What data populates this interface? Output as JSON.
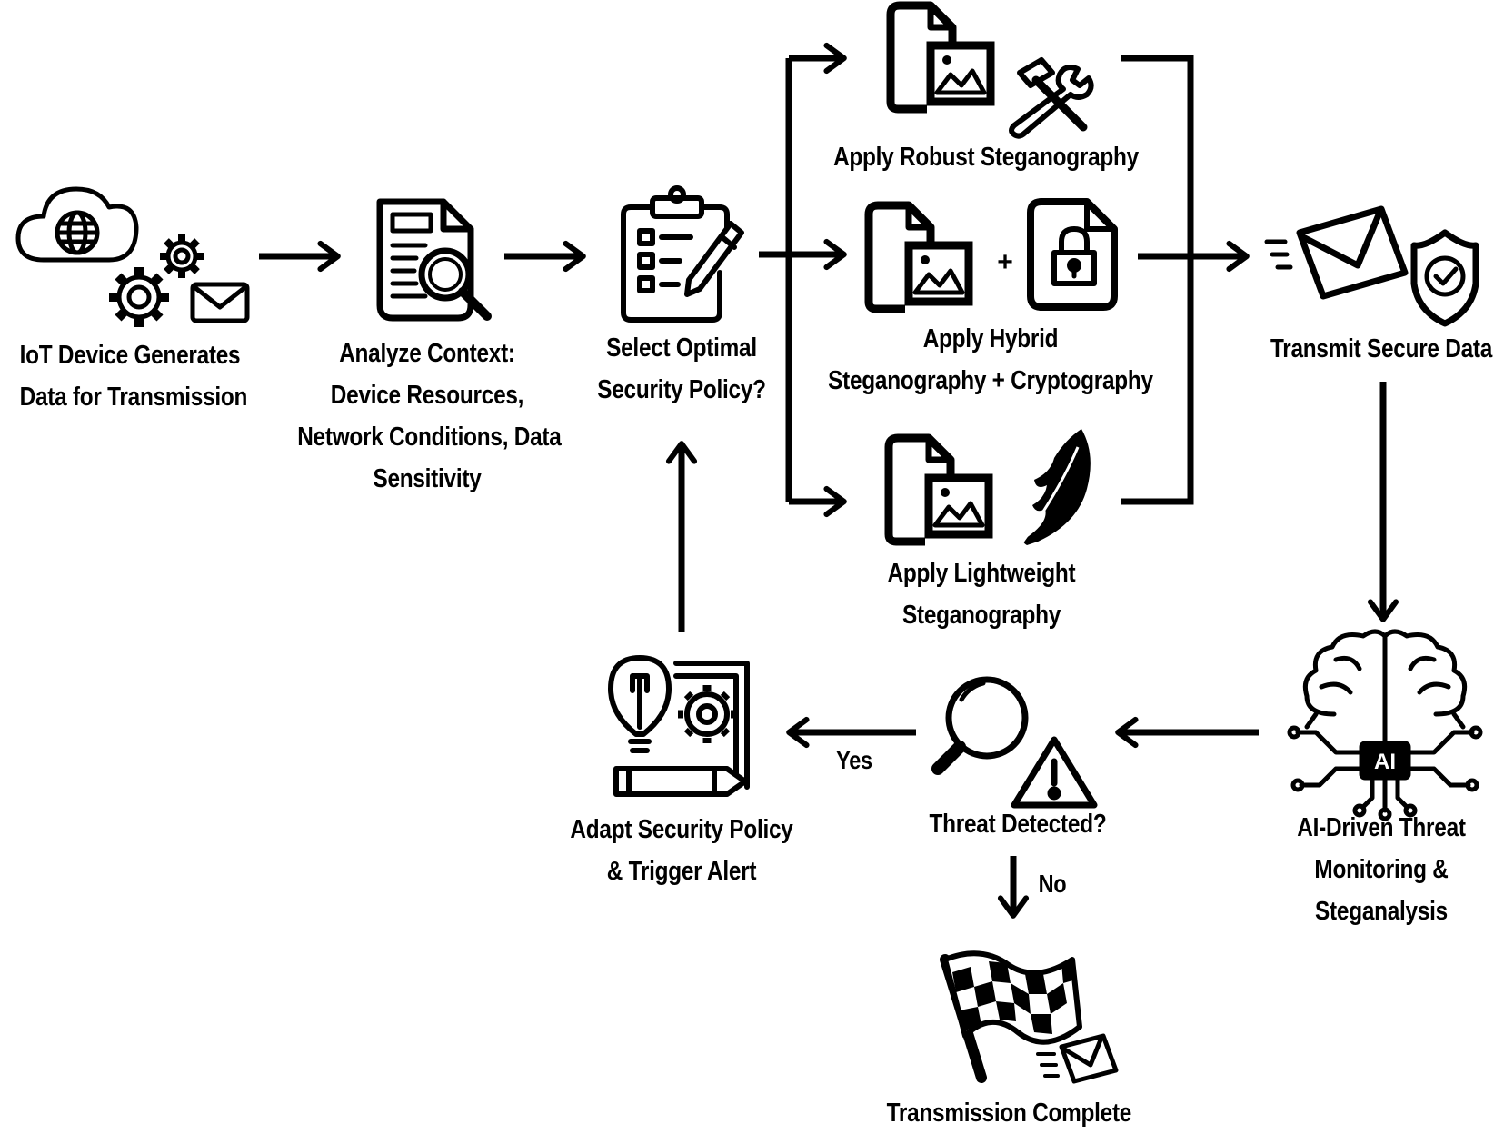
{
  "nodes": {
    "iot_device": {
      "lines": [
        "IoT Device Generates",
        "Data for Transmission"
      ]
    },
    "analyze": {
      "lines": [
        "Analyze Context:",
        "Device Resources,",
        "Network Conditions, Data",
        "Sensitivity"
      ]
    },
    "select_policy": {
      "lines": [
        "Select Optimal",
        "Security Policy?"
      ]
    },
    "robust": {
      "lines": [
        "Apply Robust Steganography"
      ]
    },
    "hybrid": {
      "lines": [
        "Apply Hybrid",
        "Steganography + Cryptography"
      ],
      "plus": "+"
    },
    "lightweight": {
      "lines": [
        "Apply Lightweight",
        "Steganography"
      ]
    },
    "transmit": {
      "lines": [
        "Transmit Secure Data"
      ]
    },
    "ai_monitor": {
      "lines": [
        "AI-Driven Threat",
        "Monitoring &",
        "Steganalysis"
      ],
      "chip_text": "AI"
    },
    "threat": {
      "lines": [
        "Threat Detected?"
      ]
    },
    "adapt": {
      "lines": [
        "Adapt Security Policy",
        "& Trigger Alert"
      ]
    },
    "complete": {
      "lines": [
        "Transmission Complete"
      ]
    }
  },
  "edges": {
    "yes": "Yes",
    "no": "No"
  },
  "colors": {
    "ink": "#000000",
    "paper": "#ffffff"
  },
  "icons": {
    "iot_device": "cloud-gears-mail-icon",
    "analyze": "document-magnifier-icon",
    "select_policy": "clipboard-checklist-pencil-icon",
    "robust": "image-file-tools-icon",
    "hybrid": "image-file-plus-lock-file-icon",
    "lightweight": "image-file-feather-icon",
    "transmit": "mail-shield-icon",
    "ai_monitor": "ai-brain-circuit-icon",
    "threat": "magnifier-warning-icon",
    "adapt": "lightbulb-gear-pencil-icon",
    "complete": "checkered-flag-mail-icon"
  }
}
